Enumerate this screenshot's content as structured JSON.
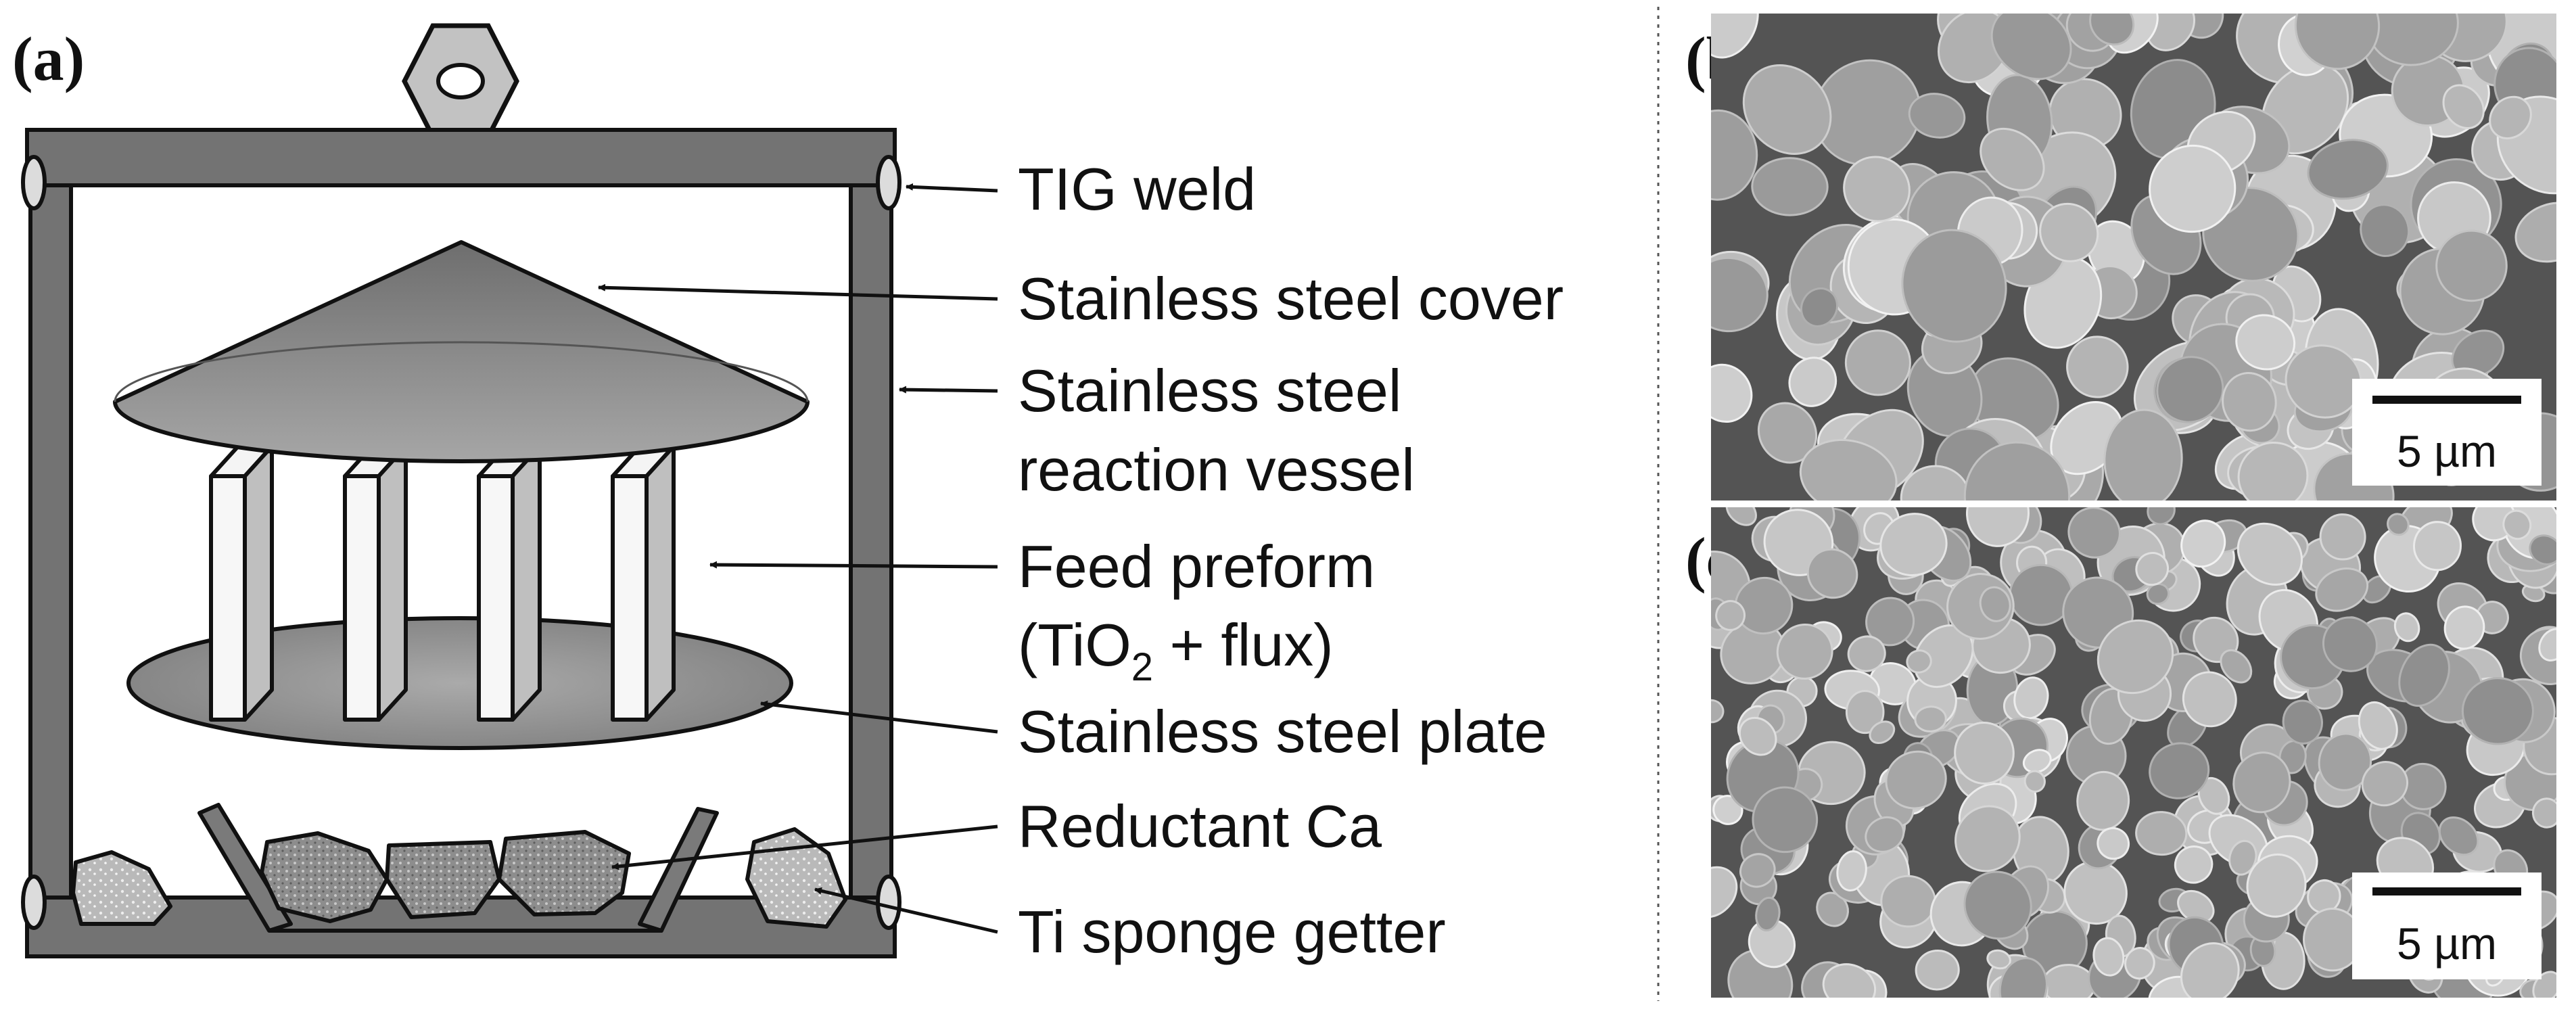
{
  "panels": {
    "a": {
      "label": "(a)"
    },
    "b": {
      "label": "(b)",
      "scalebar": "5 µm"
    },
    "c": {
      "label": "(c)",
      "scalebar": "5 µm"
    }
  },
  "callouts": {
    "tig_weld": "TIG weld",
    "cover": "Stainless steel cover",
    "vessel_line1": "Stainless steel",
    "vessel_line2": "reaction vessel",
    "preform_line1": "Feed preform",
    "preform_line2_prefix": "(TiO",
    "preform_line2_sub": "2",
    "preform_line2_suffix": " + flux)",
    "plate": "Stainless steel plate",
    "reductant": "Reductant Ca",
    "getter": "Ti sponge getter"
  },
  "colors": {
    "frame": "#737373",
    "frame_dark": "#3a3a3a",
    "cover": "#8c8c8c",
    "plate": "#9a9a9a",
    "preform": "#e6e6e6",
    "sem_background": "#545454",
    "sem_particle": "#a9a9a9"
  }
}
